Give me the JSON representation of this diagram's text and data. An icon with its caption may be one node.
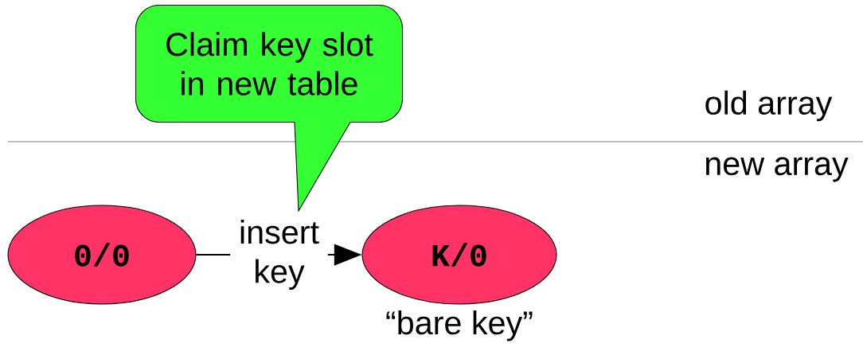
{
  "diagram": {
    "nodes": [
      {
        "text": [
          "Claim key slot in new table"
        ]
      },
      {
        "text": [
          "0/0"
        ]
      },
      {
        "text": [
          "K/0"
        ],
        "beside": [
          "“bare key”"
        ]
      }
    ],
    "edges": [
      {
        "from": 1,
        "to": 2,
        "arrow": "to",
        "label": "insert key"
      }
    ],
    "labels": [
      "old array",
      "new array"
    ]
  }
}
